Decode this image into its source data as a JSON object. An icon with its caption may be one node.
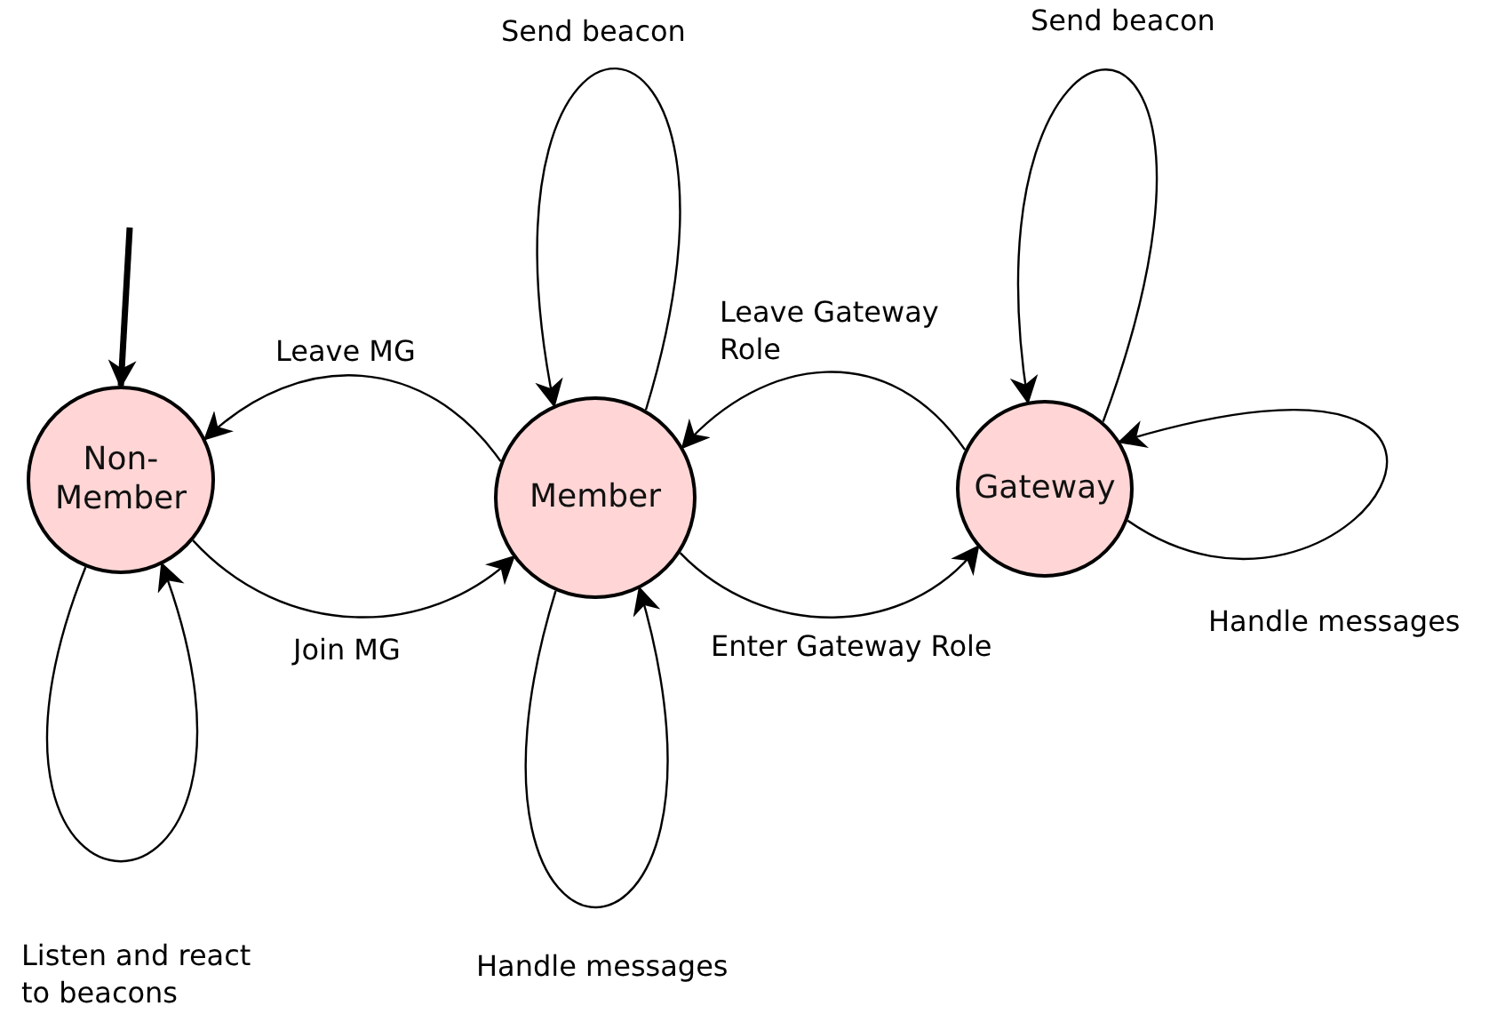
{
  "diagram": {
    "nodes": [
      {
        "text": [
          "Non-Member"
        ]
      },
      {
        "text": [
          "Member"
        ]
      },
      {
        "text": [
          "Gateway"
        ]
      }
    ],
    "edges": [
      {
        "from": null,
        "to": 0,
        "arrow": "to",
        "style": "thick"
      },
      {
        "from": 1,
        "to": 0,
        "arrow": "to",
        "label": "Leave MG"
      },
      {
        "from": 0,
        "to": 1,
        "arrow": "to",
        "label": "Join MG"
      },
      {
        "from": 0,
        "to": 0,
        "arrow": "to",
        "label": "Listen and react to beacons"
      },
      {
        "from": 1,
        "to": 1,
        "arrow": "to",
        "label": "Send beacon"
      },
      {
        "from": 1,
        "to": 1,
        "arrow": "to",
        "label": "Handle messages"
      },
      {
        "from": 2,
        "to": 1,
        "arrow": "to",
        "label": "Leave Gateway Role"
      },
      {
        "from": 1,
        "to": 2,
        "arrow": "to",
        "label": "Enter Gateway Role"
      },
      {
        "from": 2,
        "to": 2,
        "arrow": "to",
        "label": "Send beacon"
      },
      {
        "from": 2,
        "to": 2,
        "arrow": "to",
        "label": "Handle messages"
      }
    ]
  }
}
